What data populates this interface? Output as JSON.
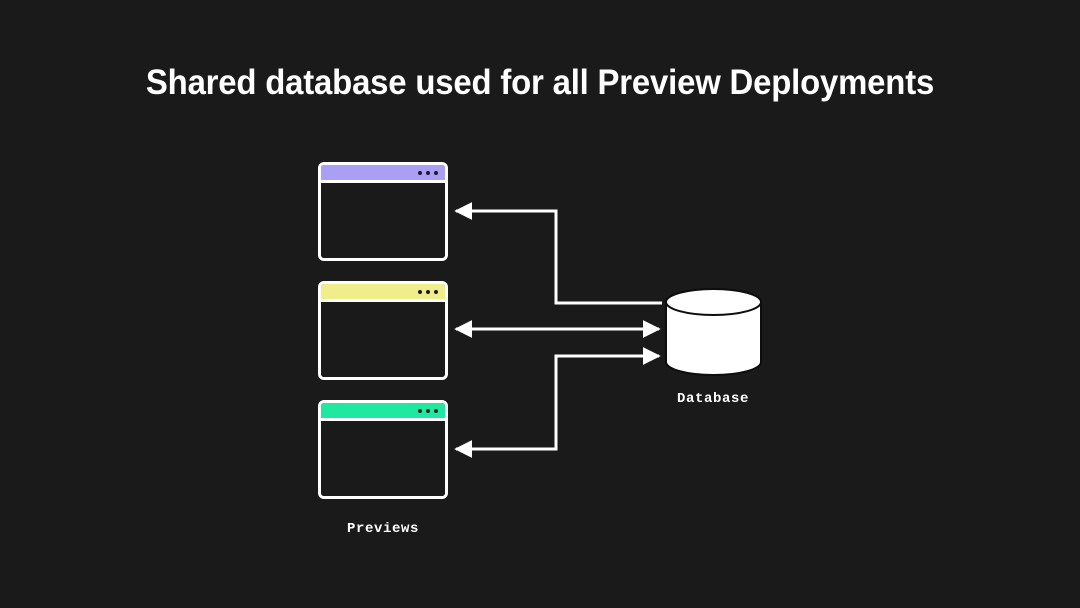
{
  "slide": {
    "title": "Shared database used for all Preview Deployments",
    "background_color": "#1a1a1a",
    "text_color": "#ffffff"
  },
  "diagram": {
    "previews_label": "Previews",
    "database_label": "Database",
    "windows": [
      {
        "id": "window-1",
        "titlebar_color": "#a9a0f5",
        "dot_color": "#1d1b33",
        "dot_count": 3
      },
      {
        "id": "window-2",
        "titlebar_color": "#f0ee8a",
        "dot_color": "#1d1b33",
        "dot_count": 3
      },
      {
        "id": "window-3",
        "titlebar_color": "#1fe8a0",
        "dot_color": "#12261f",
        "dot_count": 3
      }
    ],
    "database": {
      "shape": "cylinder",
      "fill_color": "#ffffff",
      "stroke_color": "#111111"
    },
    "connectors": [
      {
        "name": "database-to-preview-1",
        "direction": "database-to-preview",
        "style": "elbow",
        "arrowheads": "end"
      },
      {
        "name": "preview-2-to-database",
        "direction": "bidirectional",
        "style": "straight",
        "arrowheads": "both"
      },
      {
        "name": "preview-3-to-database",
        "direction": "preview-to-database",
        "style": "elbow",
        "arrowheads": "both-ends-separate"
      }
    ],
    "line_color": "#ffffff"
  }
}
